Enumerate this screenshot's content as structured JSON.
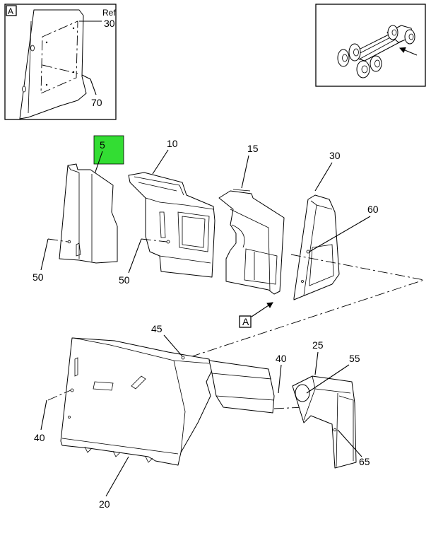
{
  "callouts": {
    "p5": "5",
    "p10": "10",
    "p15": "15",
    "p30": "30",
    "p60": "60",
    "p50a": "50",
    "p50b": "50",
    "p45": "45",
    "p40a": "40",
    "p40b": "40",
    "p25": "25",
    "p55": "55",
    "p65": "65",
    "p20": "20"
  },
  "detail_view": {
    "letter": "A",
    "ref_label": "Ref",
    "ref_number": "30",
    "callout_70": "70"
  },
  "view_pointer": {
    "letter": "A"
  },
  "highlight_color": "#33dd33"
}
